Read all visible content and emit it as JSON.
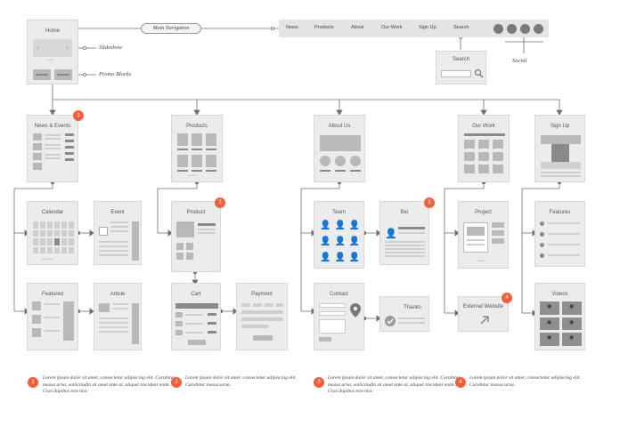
{
  "navigation": {
    "label": "Main Navigation",
    "items": [
      "News",
      "Products",
      "About",
      "Our Work",
      "Sign Up",
      "Search"
    ]
  },
  "home": {
    "title": "Home",
    "slideshow_label": "Slideshow",
    "promo_label": "Promo Blocks"
  },
  "search_box": {
    "title": "Search"
  },
  "social_label": "Social",
  "sections": {
    "news": "News & Events",
    "products": "Products",
    "about": "About Us",
    "work": "Our Work",
    "signup": "Sign Up"
  },
  "pages": {
    "calendar": "Calendar",
    "event": "Event",
    "featured": "Featured",
    "article": "Article",
    "product": "Product",
    "cart": "Cart",
    "payment": "Payment",
    "team": "Team",
    "bio": "Bio",
    "contact": "Contact",
    "thanks": "Thanks",
    "project": "Project",
    "external": "External Website",
    "features": "Features",
    "videos": "Videos"
  },
  "badges": [
    "1",
    "2",
    "3",
    "4"
  ],
  "notes": [
    {
      "num": "1",
      "text": "Lorem ipsum dolor sit amet, consectetur adipiscing elit. Curabitur massa urna, sollicitudin sit amet ante at, aliquet tincidunt enim. Cras dapibus non nisi."
    },
    {
      "num": "2",
      "text": "Lorem ipsum dolor sit amet, consectetur adipiscing elit. Curabitur massa urna."
    },
    {
      "num": "3",
      "text": "Lorem ipsum dolor sit amet, consectetur adipiscing elit. Curabitur massa urna, sollicitudin sit amet ante at, aliquet tincidunt enim. Cras dapibus non nisi."
    },
    {
      "num": "4",
      "text": "Lorem ipsum dolor sit amet, consectetur adipiscing elit. Curabitur massa urna."
    }
  ],
  "colors": {
    "accent": "#f0603c",
    "card": "#ececec",
    "wire": "#6f6f6f"
  }
}
